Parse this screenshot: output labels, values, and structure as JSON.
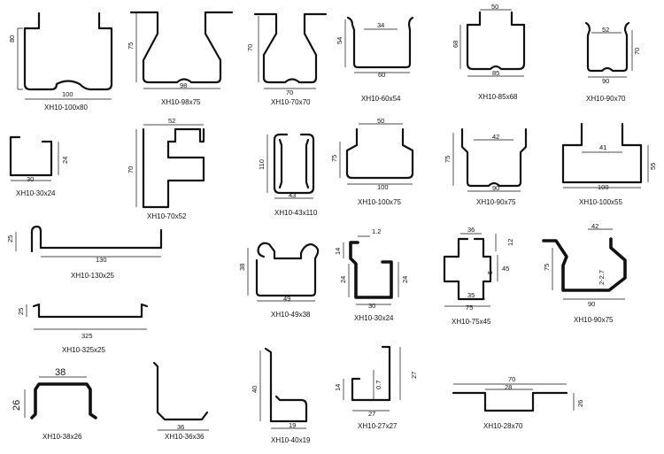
{
  "profiles": [
    {
      "caption": "XH10-100x80",
      "dims": [
        "80",
        "100"
      ]
    },
    {
      "caption": "XH10-98x75",
      "dims": [
        "75",
        "98"
      ]
    },
    {
      "caption": "XH10-70x70",
      "dims": [
        "70",
        "70"
      ]
    },
    {
      "caption": "XH10-60x54",
      "dims": [
        "34",
        "54",
        "60"
      ]
    },
    {
      "caption": "XH10-85x68",
      "dims": [
        "50",
        "68",
        "85"
      ]
    },
    {
      "caption": "XH10-90x70",
      "dims": [
        "52",
        "70",
        "90"
      ]
    },
    {
      "caption": "XH10-30x24",
      "dims": [
        "24",
        "30"
      ]
    },
    {
      "caption": "XH10-70x52",
      "dims": [
        "52",
        "70"
      ]
    },
    {
      "caption": "XH10-43x110",
      "dims": [
        "110",
        "43"
      ]
    },
    {
      "caption": "XH10-100x75",
      "dims": [
        "50",
        "75",
        "100"
      ]
    },
    {
      "caption": "XH10-90x75",
      "dims": [
        "42",
        "75",
        "90"
      ]
    },
    {
      "caption": "XH10-100x55",
      "dims": [
        "41",
        "55",
        "100"
      ]
    },
    {
      "caption": "XH10-130x25",
      "dims": [
        "25",
        "130"
      ]
    },
    {
      "caption": "XH10-49x38",
      "dims": [
        "38",
        "49"
      ]
    },
    {
      "caption": "XH10-30x24",
      "dims": [
        "1.2",
        "14",
        "24",
        "24",
        "30"
      ]
    },
    {
      "caption": "XH10-75x45",
      "dims": [
        "36",
        "12",
        "45",
        "5",
        "35",
        "75"
      ]
    },
    {
      "caption": "XH10-90x75",
      "dims": [
        "42",
        "75",
        "2-2.7",
        "90"
      ]
    },
    {
      "caption": "XH10-325x25",
      "dims": [
        "25",
        "325"
      ]
    },
    {
      "caption": "XH10-38x26",
      "dims": [
        "38",
        "26"
      ]
    },
    {
      "caption": "XH10-36x36",
      "dims": [
        "36"
      ]
    },
    {
      "caption": "XH10-40x19",
      "dims": [
        "40",
        "19"
      ]
    },
    {
      "caption": "XH10-27x27",
      "dims": [
        "14",
        "0.7",
        "27",
        "27"
      ]
    },
    {
      "caption": "XH10-28x70",
      "dims": [
        "70",
        "28",
        "26"
      ]
    }
  ]
}
